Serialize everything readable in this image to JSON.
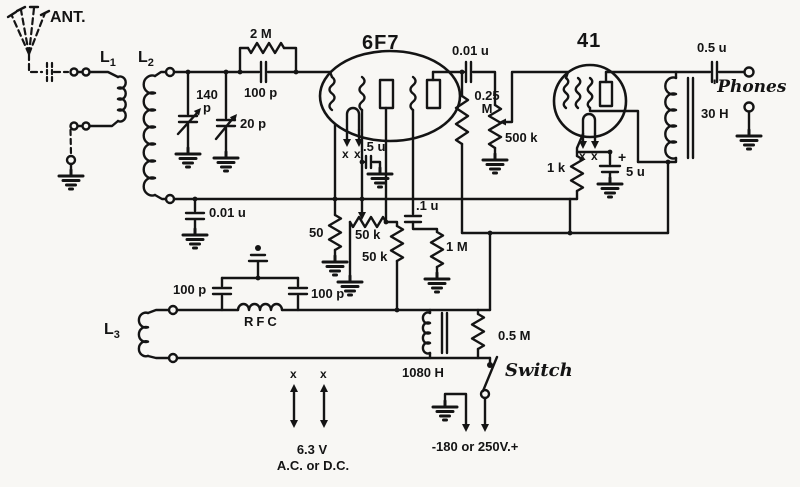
{
  "background": "#f8f7f4",
  "ink": "#141414",
  "labels": {
    "ant": "ANT.",
    "coil1_base": "L",
    "coil1_sub": "1",
    "coil2_base": "L",
    "coil2_sub": "2",
    "coil3_base": "L",
    "coil3_sub": "3",
    "grid_resistor": "2 M",
    "grid_cap": "100 p",
    "tuning_cap": "140 p",
    "trimmer_cap": "20 p",
    "tube1": "6F7",
    "tube2": "41",
    "coupling_cap": "0.01 u",
    "bypass_cap": "0.01 u",
    "plate_resistor": "0.25 M",
    "volume_pot": "500 k",
    "output_cap": "0.5 u",
    "phones": "'Phones",
    "output_choke": "30 H",
    "cathode_resistor_41": "1 k",
    "plus_sign": "+",
    "cathode_cap_41": "5 u",
    "screen_bypass_cap": ".5 u",
    "grid_coupling_cap": ".1 u",
    "bias_resistor": "50",
    "regen_pot": "50 k",
    "regen_resistor": "50 k",
    "grid_leak": "1 M",
    "tickler_cap_left": "100 p",
    "tickler_cap_right": "100 p",
    "rfc": "RFC",
    "filter_choke": "1080 H",
    "bleeder_resistor": "0.5 M",
    "switch": "Switch",
    "heater_voltage": "6.3 V",
    "heater_type": "A.C. or D.C.",
    "supply": "-180 or 250V.+",
    "x_mark": "x"
  }
}
